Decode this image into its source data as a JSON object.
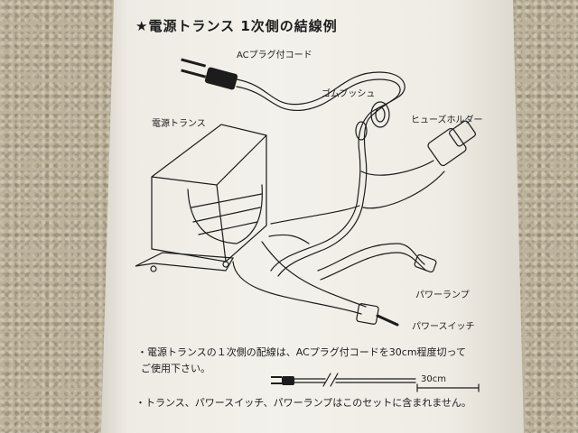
{
  "heading": "★電源トランス 1次側の結線例",
  "labels": {
    "ac_cord": "ACプラグ付コード",
    "rubber_bush": "ゴムブッシュ",
    "fuse_holder": "ヒューズホルダー",
    "transformer": "電源トランス",
    "power_lamp": "パワーランプ",
    "power_switch": "パワースイッチ"
  },
  "notes": {
    "note_1": "・電源トランスの１次側の配線は、ACプラグ付コードを30cm程度切って",
    "note_1_cont": "ご使用下さい。",
    "length": "30cm",
    "note_2": "・トランス、パワースイッチ、パワーランプはこのセットに含まれません。"
  },
  "colors": {
    "paper": "#f1eee8",
    "carpet": "#bdb29a",
    "ink": "#1c1c1c"
  }
}
